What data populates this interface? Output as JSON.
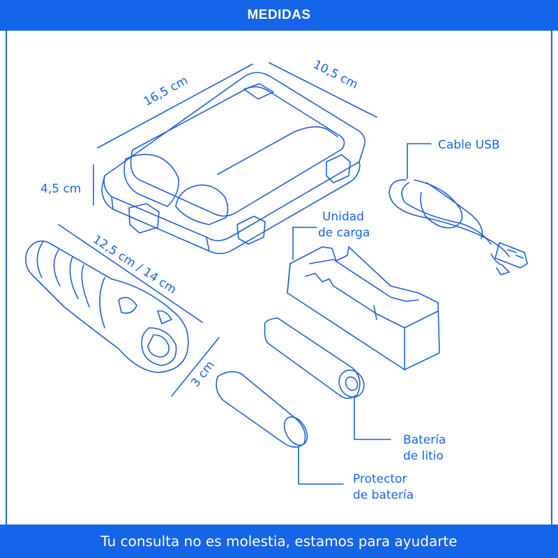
{
  "colors": {
    "brand": "#1565e8",
    "line": "#1d5fd6",
    "background": "#ffffff"
  },
  "header": {
    "title": "MEDIDAS"
  },
  "labels": {
    "case_length": "16,5 cm",
    "case_width": "10,5 cm",
    "case_height": "4,5 cm",
    "flashlight_length": "12,5 cm / 14 cm",
    "flashlight_diameter": "3 cm",
    "usb_cable": "Cable USB",
    "charger_line1": "Unidad",
    "charger_line2": "de carga",
    "battery_line1": "Batería",
    "battery_line2": "de litio",
    "protector_line1": "Protector",
    "protector_line2": "de batería"
  },
  "footer": {
    "text": "Tu consulta no es molestia, estamos para ayudarte"
  }
}
